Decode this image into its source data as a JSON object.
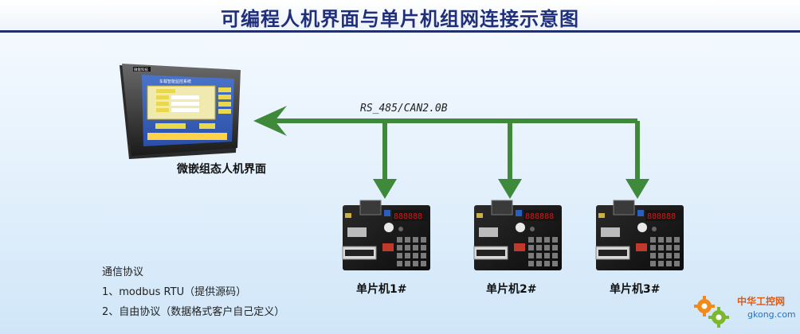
{
  "title": "可编程人机界面与单片机组网连接示意图",
  "hmi": {
    "label": "微嵌组态人机界面",
    "screen_title": "车载智能监控系统",
    "brand": "微嵌科技"
  },
  "bus_label": "RS_485/CAN2.0B",
  "mcus": [
    {
      "label": "单片机1#"
    },
    {
      "label": "单片机2#"
    },
    {
      "label": "单片机3#"
    }
  ],
  "notes": {
    "heading": "通信协议",
    "items": [
      "1、modbus RTU（提供源码）",
      "2、自由协议（数据格式客户自己定义）"
    ]
  },
  "watermark": {
    "name": "中华工控网",
    "url": "gkong.com"
  },
  "colors": {
    "title": "#1f2f7a",
    "arrow": "#3f8a3a",
    "header_rule": "#22306d"
  }
}
